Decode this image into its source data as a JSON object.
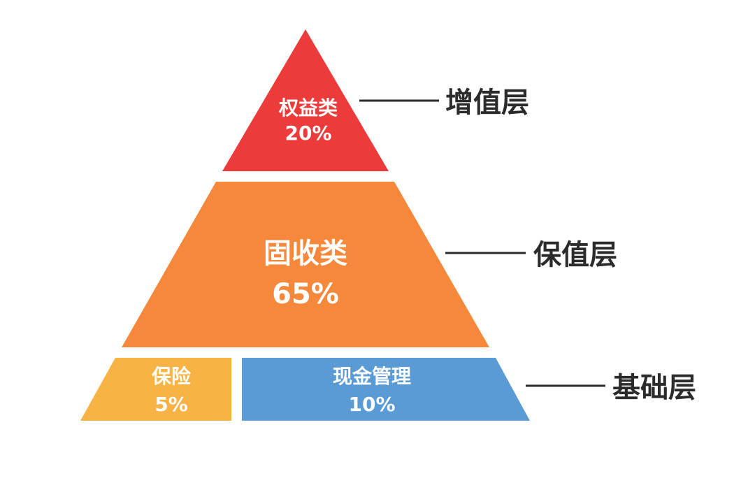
{
  "segments": {
    "equity": {
      "name": "权益类",
      "percent": "20%",
      "share": 20,
      "color": "#ec3b3b"
    },
    "fixed_income": {
      "name": "固收类",
      "percent": "65%",
      "share": 65,
      "color": "#f5883a"
    },
    "insurance": {
      "name": "保险",
      "percent": "5%",
      "share": 5,
      "color": "#f7b343"
    },
    "cash_management": {
      "name": "现金管理",
      "percent": "10%",
      "share": 10,
      "color": "#5b9bd5"
    }
  },
  "layers": {
    "growth": "增值层",
    "preservation": "保值层",
    "foundation": "基础层"
  }
}
